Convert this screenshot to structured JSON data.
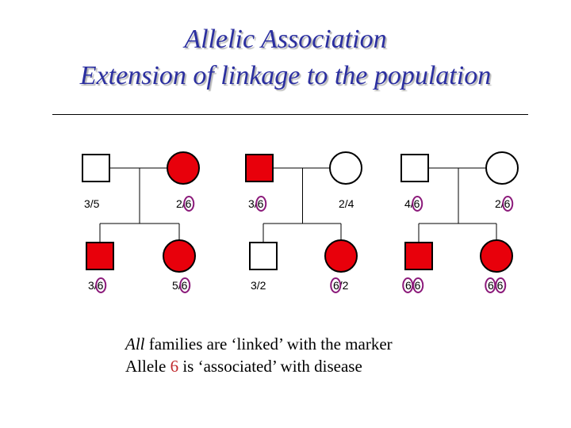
{
  "title": {
    "line1": "Allelic Association",
    "line2": "Extension of linkage to the population"
  },
  "families": [
    {
      "parents": [
        {
          "sex": "male",
          "affected": false,
          "genotype": "3/5"
        },
        {
          "sex": "female",
          "affected": true,
          "genotype": "2/6"
        }
      ],
      "children": [
        {
          "sex": "male",
          "affected": true,
          "genotype": "3/6"
        },
        {
          "sex": "female",
          "affected": true,
          "genotype": "5/6"
        }
      ]
    },
    {
      "parents": [
        {
          "sex": "male",
          "affected": true,
          "genotype": "3/6"
        },
        {
          "sex": "female",
          "affected": false,
          "genotype": "2/4"
        }
      ],
      "children": [
        {
          "sex": "male",
          "affected": false,
          "genotype": "3/2"
        },
        {
          "sex": "female",
          "affected": true,
          "genotype": "6/2"
        }
      ]
    },
    {
      "parents": [
        {
          "sex": "male",
          "affected": false,
          "genotype": "4/6"
        },
        {
          "sex": "female",
          "affected": false,
          "genotype": "2/6"
        }
      ],
      "children": [
        {
          "sex": "male",
          "affected": true,
          "genotype": "6/6"
        },
        {
          "sex": "female",
          "affected": true,
          "genotype": "6/6"
        }
      ]
    }
  ],
  "highlighted_allele": "6",
  "colors": {
    "title": "#2b2fa0",
    "affected_fill": "#e8000b",
    "allele_circle": "#8b1a7a",
    "accent_text": "#c0282c"
  },
  "caption": {
    "line1_em": "All",
    "line1_rest": " families are ‘linked’ with the marker",
    "line2_pre": "Allele ",
    "line2_accent": "6",
    "line2_post": " is ‘associated’ with disease"
  }
}
